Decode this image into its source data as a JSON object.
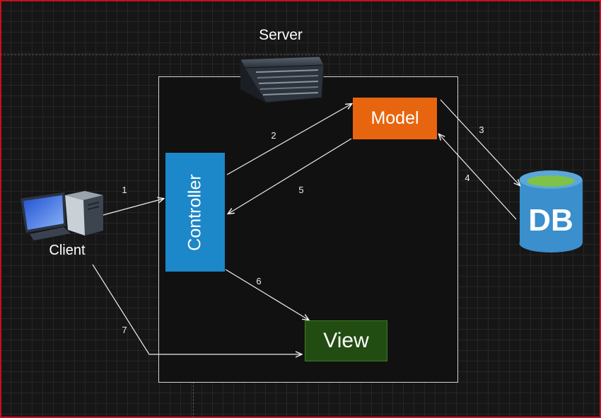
{
  "labels": {
    "server": "Server",
    "client": "Client",
    "model": "Model",
    "controller": "Controller",
    "view": "View",
    "db": "DB"
  },
  "arrows": [
    "1",
    "2",
    "3",
    "4",
    "5",
    "6",
    "7"
  ]
}
